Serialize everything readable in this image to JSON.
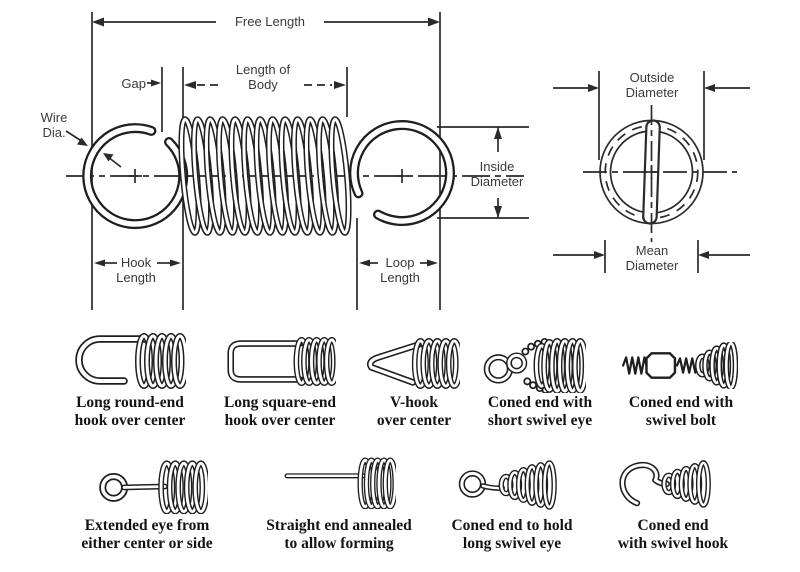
{
  "diagram": {
    "free_length": "Free Length",
    "gap": "Gap",
    "length_of_body": [
      "Length of",
      "Body"
    ],
    "wire_dia": [
      "Wire",
      "Dia."
    ],
    "inside_diameter": [
      "Inside",
      "Diameter"
    ],
    "hook_length": [
      "Hook",
      "Length"
    ],
    "loop_length": [
      "Loop",
      "Length"
    ],
    "outside_diameter": [
      "Outside",
      "Diameter"
    ],
    "mean_diameter": [
      "Mean",
      "Diameter"
    ]
  },
  "end_types": {
    "row1": [
      {
        "name": "long-round-end-hook",
        "label": [
          "Long round-end",
          "hook over center"
        ]
      },
      {
        "name": "long-square-end-hook",
        "label": [
          "Long square-end",
          "hook over center"
        ]
      },
      {
        "name": "v-hook",
        "label": [
          "V-hook",
          "over center"
        ]
      },
      {
        "name": "coned-end-short-swivel-eye",
        "label": [
          "Coned end with",
          "short swivel eye"
        ]
      },
      {
        "name": "coned-end-swivel-bolt",
        "label": [
          "Coned end with",
          "swivel bolt"
        ]
      }
    ],
    "row2": [
      {
        "name": "extended-eye",
        "label": [
          "Extended eye from",
          "either center or side"
        ]
      },
      {
        "name": "straight-end-annealed",
        "label": [
          "Straight end annealed",
          "to allow forming"
        ]
      },
      {
        "name": "coned-end-long-swivel-eye",
        "label": [
          "Coned end to hold",
          "long swivel eye"
        ]
      },
      {
        "name": "coned-end-swivel-hook",
        "label": [
          "Coned end",
          "with swivel hook"
        ]
      }
    ]
  },
  "colors": {
    "line": "#2a2a2a",
    "label_text": "#3a3a3a",
    "caption_text": "#141414",
    "background": "#ffffff"
  }
}
